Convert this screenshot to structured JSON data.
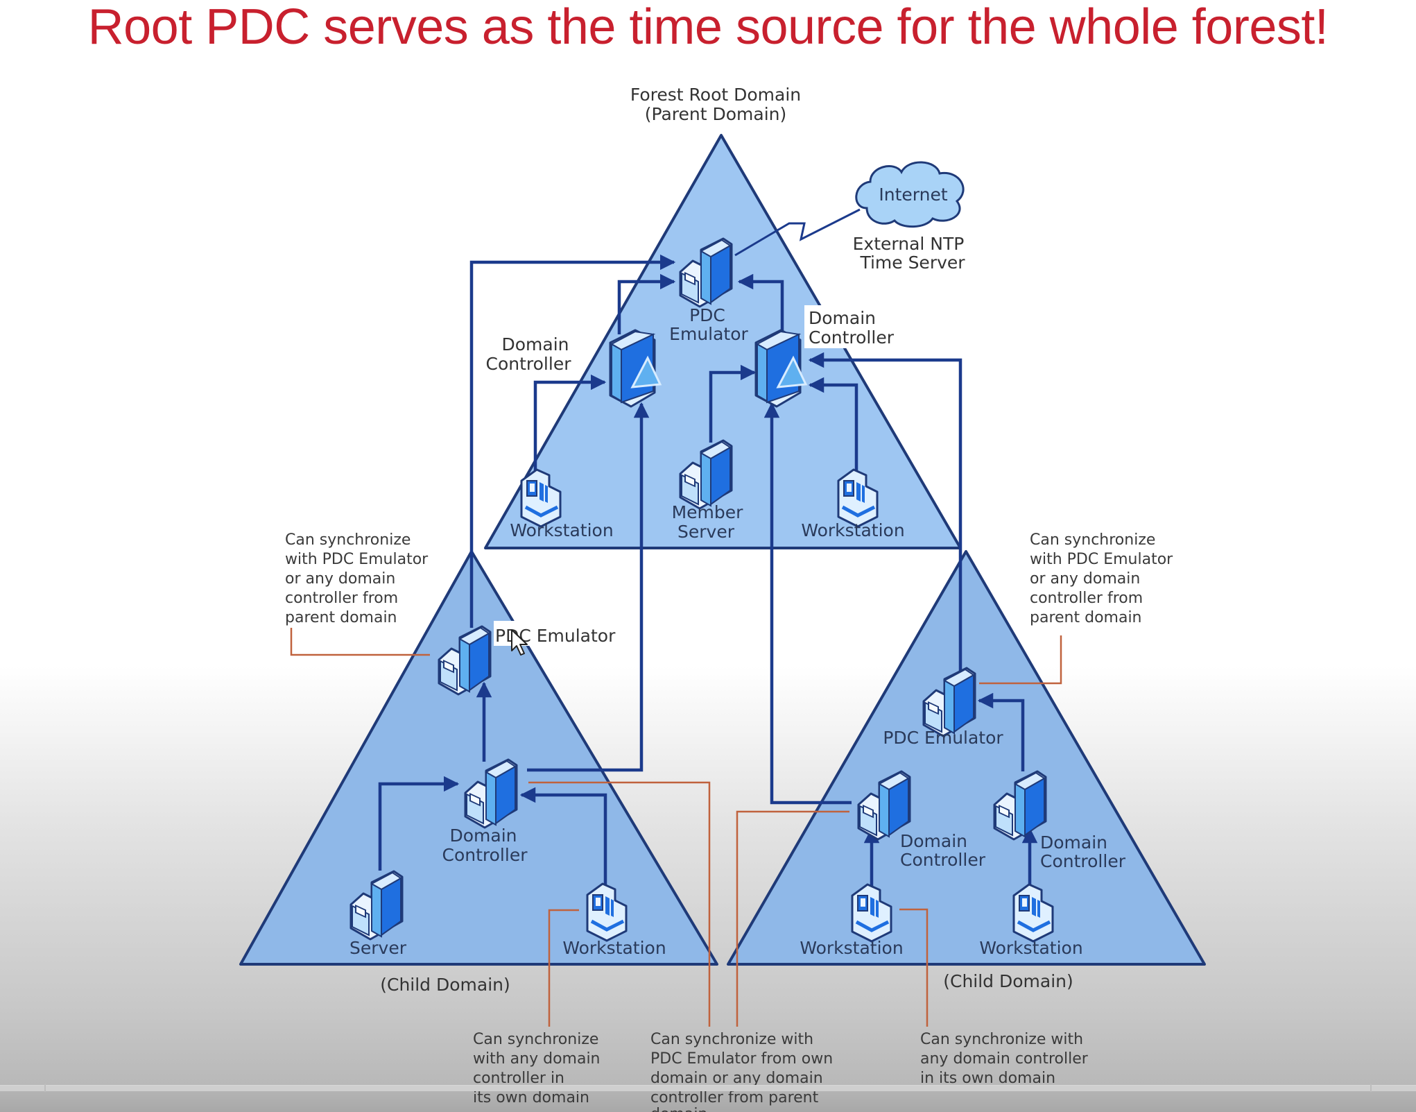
{
  "title": "Root PDC serves as the time source for the whole forest!",
  "colors": {
    "title": "#c8202e",
    "triangle_fill": "#9ec6f2",
    "flow_line": "#1b3a8c",
    "callout_line": "#c0623d",
    "server_front": "#1f6fe0",
    "server_side": "#5fb0f0"
  },
  "forest_root": {
    "header_line1": "Forest Root Domain",
    "header_line2": "(Parent Domain)",
    "pdc": {
      "line1": "PDC",
      "line2": "Emulator",
      "icon": "server-icon"
    },
    "dc_left": {
      "line1": "Domain",
      "line2": "Controller",
      "icon": "domain-controller-icon"
    },
    "dc_right": {
      "line1": "Domain",
      "line2": "Controller",
      "icon": "domain-controller-icon"
    },
    "workstation_left": {
      "label": "Workstation",
      "icon": "workstation-icon"
    },
    "member_server": {
      "line1": "Member",
      "line2": "Server",
      "icon": "server-icon"
    },
    "workstation_right": {
      "label": "Workstation",
      "icon": "workstation-icon"
    }
  },
  "internet": {
    "label": "Internet",
    "caption_line1": "External NTP",
    "caption_line2": "Time Server",
    "icon": "cloud-icon"
  },
  "child_left": {
    "caption": "(Child Domain)",
    "pdc": {
      "label": "PDC Emulator",
      "icon": "server-icon"
    },
    "dc": {
      "line1": "Domain",
      "line2": "Controller",
      "icon": "server-icon"
    },
    "server": {
      "label": "Server",
      "icon": "server-icon"
    },
    "workstation": {
      "label": "Workstation",
      "icon": "workstation-icon"
    }
  },
  "child_right": {
    "caption": "(Child Domain)",
    "pdc": {
      "label": "PDC Emulator",
      "icon": "server-icon"
    },
    "dc_left": {
      "line1": "Domain",
      "line2": "Controller",
      "icon": "server-icon"
    },
    "dc_right": {
      "line1": "Domain",
      "line2": "Controller",
      "icon": "server-icon"
    },
    "workstation_left": {
      "label": "Workstation",
      "icon": "workstation-icon"
    },
    "workstation_right": {
      "label": "Workstation",
      "icon": "workstation-icon"
    }
  },
  "notes": {
    "child_pdc_left": [
      "Can synchronize",
      "with PDC Emulator",
      "or any domain",
      "controller from",
      "parent domain"
    ],
    "child_pdc_right": [
      "Can synchronize",
      "with PDC Emulator",
      "or any domain",
      "controller from",
      "parent domain"
    ],
    "workstation_left": [
      "Can synchronize",
      "with any domain",
      "controller in",
      "its own domain"
    ],
    "child_dc": [
      "Can synchronize with",
      "PDC Emulator from own",
      "domain or any domain",
      "controller from parent",
      "domain"
    ],
    "workstation_right": [
      "Can synchronize with",
      "any domain controller",
      "in its own domain"
    ]
  },
  "cursor": {
    "icon": "mouse-pointer-icon"
  }
}
